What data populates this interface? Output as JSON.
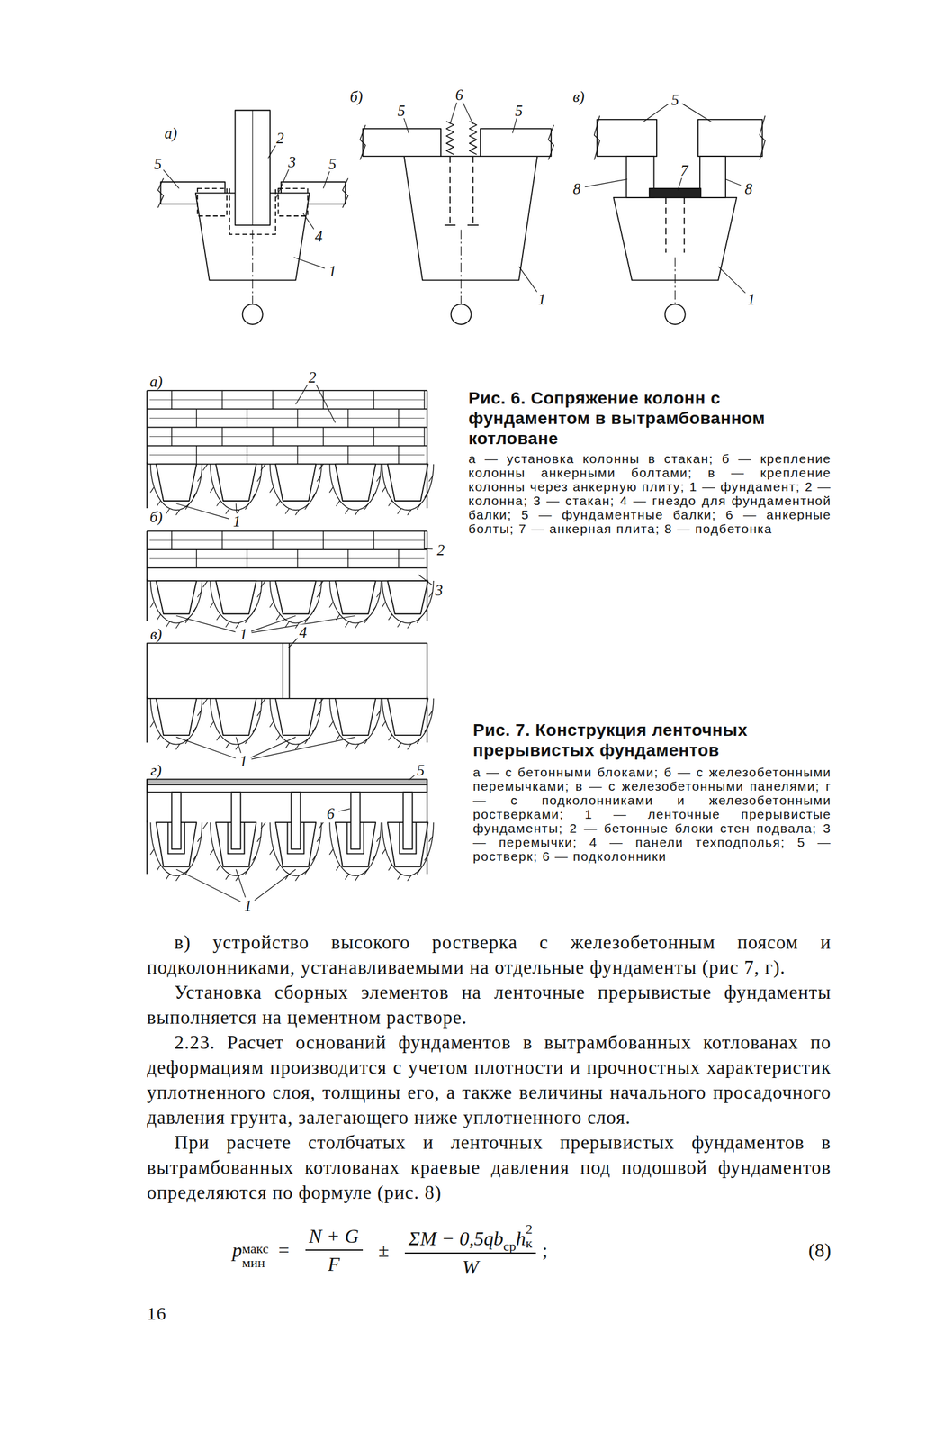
{
  "diagram": {
    "labels": [
      "а)",
      "5",
      "2",
      "3",
      "5",
      "4",
      "1",
      "б)",
      "5",
      "6",
      "5",
      "1",
      "в)",
      "5",
      "7",
      "8",
      "8",
      "1",
      "Рис. 6. Сопряжение колонн с фундаментом в вытрамбованном котловане",
      "а — установка колонны в стакан; б — крепление колонны анкерными болтами; в — крепление колонны через анкерную плиту; 1 — фундамент; 2 — колонна; 3 — стакан; 4 — гнездо для фундаментной балки; 5 — фундаментные балки; 6 — анкерные болты; 7 — анкерная плита; 8 — подбетонка",
      "а)",
      "2",
      "б)",
      "1",
      "2",
      "3",
      "1",
      "в)",
      "4",
      "1",
      "г)",
      "5",
      "6",
      "1",
      "Рис. 7. Конструкция ленточных прерывистых фундаментов",
      "а — с бетонными блоками; б — с железобетонными перемычками; в — с железобетонными панелями; г — с подколонниками и железобетонными ростверками; 1 — ленточные прерывистые фундаменты; 2 — бетонные блоки стен подвала; 3 — перемычки; 4 — панели техподполья; 5 — ростверк; 6 — подколонники",
      "в) устройство высокого ростверка с железобетонным поясом и подколонниками, устанавливаемыми на отдельные фундаменты (рис 7, г).",
      "Установка сборных элементов на ленточные прерывистые фундаменты выполняется на цементном растворе.",
      "2.23. Расчет оснований фундаментов в вытрамбованных котлованах по деформациям производится с учетом плотности и прочностных характеристик уплотненного слоя, толщины его, а также величины начального просадочного давления грунта, залегающего ниже уплотненного слоя.",
      "При расчете столбчатых и ленточных прерывистых фундаментов в вытрамбованных котлованах краевые давления под подошвой фундаментов определяются по формуле (рис. 8)",
      "p",
      "макс",
      "мин",
      "=",
      "N + G",
      "F",
      "±",
      "ΣM − 0,5qb",
      "ср",
      "h",
      "2",
      "к",
      "W",
      ";",
      "(8)",
      "16"
    ]
  }
}
